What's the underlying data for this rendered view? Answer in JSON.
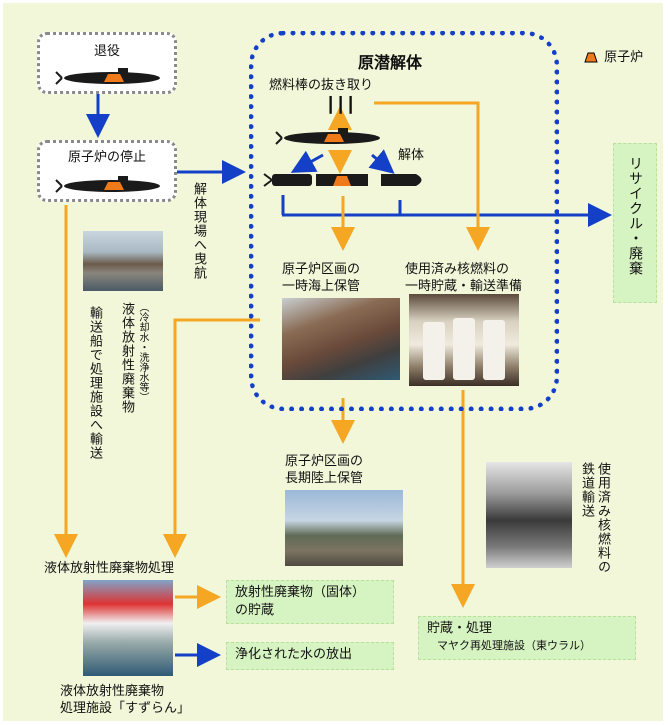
{
  "legend": {
    "reactor_label": "原子炉"
  },
  "stage_decommission": "退役",
  "stage_reactor_stop": "原子炉の停止",
  "dismantle_box": {
    "title": "原潜解体",
    "fuel_removal": "燃料棒の抜き取り",
    "dismantle": "解体",
    "reactor_section_temp": [
      "原子炉区画の",
      "一時海上保管"
    ],
    "spent_fuel_temp": [
      "使用済み核燃料の",
      "一時貯蔵・輸送準備"
    ]
  },
  "tow_label": "解体現場へ曳航",
  "recycle_label": "リサイクル・廃棄",
  "transport_ship_label": "輸送船で処理施設へ輸送",
  "liquid_waste_label": "液体放射性廃棄物",
  "liquid_waste_sub": "（冷却水・洗浄水等）",
  "long_term_storage": [
    "原子炉区画の",
    "長期陸上保管"
  ],
  "rail_transport": "使用済み核燃料の鉄道輸送",
  "liquid_processing_title": "液体放射性廃棄物処理",
  "solid_storage": [
    "放射性廃棄物（固体）",
    "の貯蔵"
  ],
  "water_release": "浄化された水の放出",
  "storage_processing": {
    "title": "貯蔵・処理",
    "sub": "マヤク再処理施設（東ウラル）"
  },
  "facility_caption": [
    "液体放射性廃棄物",
    "処理施設「すずらん」"
  ],
  "colors": {
    "blue": "#1440c8",
    "orange": "#f5a623",
    "reactor": "#f07a1a",
    "background": "#f1f7d8",
    "green_box": "#d6f3c2"
  }
}
